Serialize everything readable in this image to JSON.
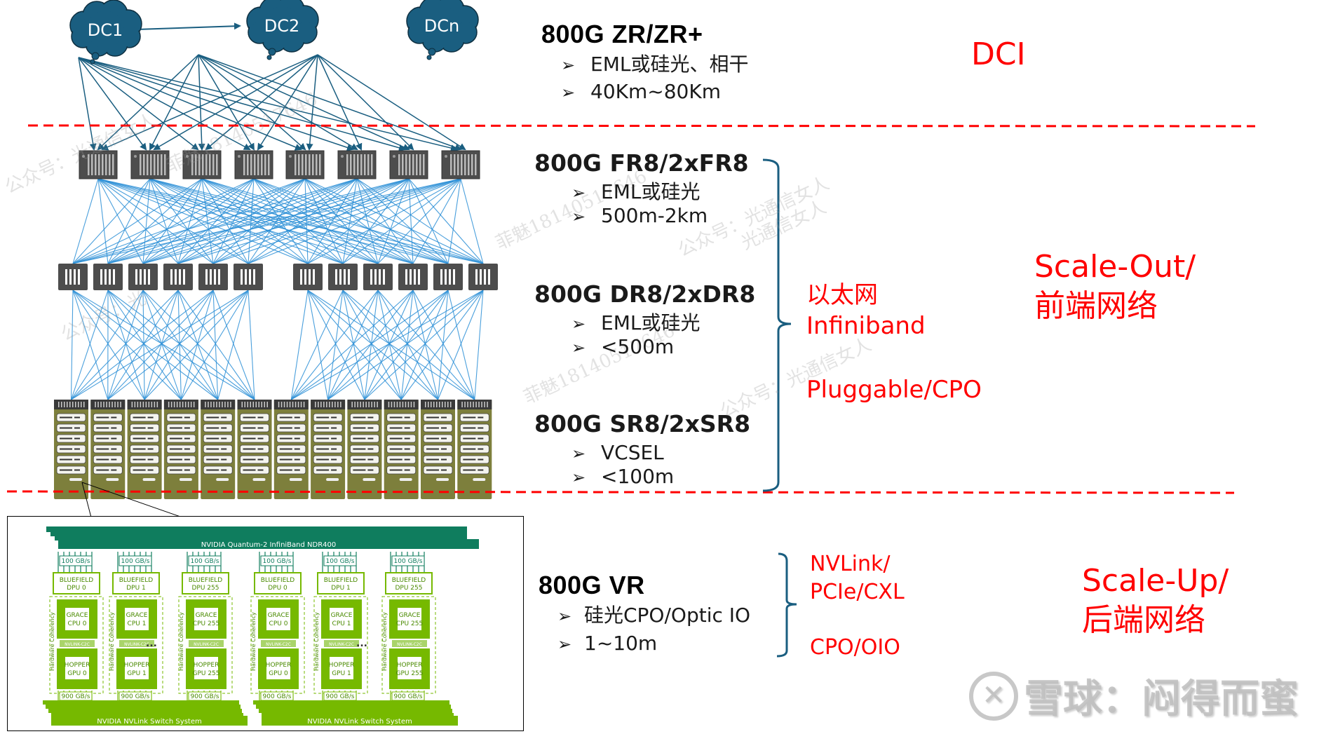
{
  "clouds": [
    {
      "label": "DC1"
    },
    {
      "label": "DC2"
    },
    {
      "label": "DCn"
    }
  ],
  "dci": {
    "title": "800G ZR/ZR+",
    "bullets": [
      "EML或硅光、相干",
      "40Km~80Km"
    ],
    "tag": "DCI"
  },
  "scale_out": {
    "tiers": [
      {
        "title": "800G FR8/2xFR8",
        "bullets": [
          "EML或硅光",
          "500m-2km"
        ]
      },
      {
        "title": "800G DR8/2xDR8",
        "bullets": [
          "EML或硅光",
          "<500m"
        ]
      },
      {
        "title": "800G SR8/2xSR8",
        "bullets": [
          "VCSEL",
          "<100m"
        ]
      }
    ],
    "protocols": [
      "以太网",
      "Infiniband"
    ],
    "form_factor": "Pluggable/CPO",
    "tag_line1": "Scale-Out/",
    "tag_line2": "前端网络"
  },
  "scale_up": {
    "title": "800G VR",
    "bullets": [
      "硅光CPO/Optic IO",
      "1~10m"
    ],
    "protocols_line1": "NVLink/",
    "protocols_line2": "PCIe/CXL",
    "form_factor": "CPO/OIO",
    "tag_line1": "Scale-Up/",
    "tag_line2": "后端网络"
  },
  "nvidia_diagram": {
    "top_bus": "NVIDIA Quantum-2 InfiniBand NDR400",
    "bottom_bus": "NVIDIA NVLink Switch System",
    "ellipsis": "...",
    "side_label": "Hardware Coherency",
    "c2c_label": "NVLINK-C2C",
    "nodes": [
      {
        "dpu": "BLUEFIELD",
        "dpu_id": "DPU 0",
        "cpu": "GRACE",
        "cpu_id": "CPU 0",
        "gpu": "HOPPER",
        "gpu_id": "GPU 0",
        "up_bw": "100 GB/s",
        "down_bw": "900 GB/s"
      },
      {
        "dpu": "BLUEFIELD",
        "dpu_id": "DPU 1",
        "cpu": "GRACE",
        "cpu_id": "CPU 1",
        "gpu": "HOPPER",
        "gpu_id": "GPU 1",
        "up_bw": "100 GB/s",
        "down_bw": "900 GB/s"
      },
      {
        "dpu": "BLUEFIELD",
        "dpu_id": "DPU 255",
        "cpu": "GRACE",
        "cpu_id": "CPU 255",
        "gpu": "HOPPER",
        "gpu_id": "GPU 255",
        "up_bw": "100 GB/s",
        "down_bw": "900 GB/s"
      },
      {
        "dpu": "BLUEFIELD",
        "dpu_id": "DPU 0",
        "cpu": "GRACE",
        "cpu_id": "CPU 0",
        "gpu": "HOPPER",
        "gpu_id": "GPU 0",
        "up_bw": "100 GB/s",
        "down_bw": "900 GB/s"
      },
      {
        "dpu": "BLUEFIELD",
        "dpu_id": "DPU 1",
        "cpu": "GRACE",
        "cpu_id": "CPU 1",
        "gpu": "HOPPER",
        "gpu_id": "GPU 1",
        "up_bw": "100 GB/s",
        "down_bw": "900 GB/s"
      },
      {
        "dpu": "BLUEFIELD",
        "dpu_id": "DPU 255",
        "cpu": "GRACE",
        "cpu_id": "CPU 255",
        "gpu": "HOPPER",
        "gpu_id": "GPU 255",
        "up_bw": "100 GB/s",
        "down_bw": "900 GB/s"
      }
    ]
  },
  "watermarks": [
    "公众号：光通信女人",
    "菲魅18140517646",
    "公众号：光通信女人",
    "菲魅18140517646",
    "光通信女人",
    "公众号：光",
    "菲魅18140517646",
    "公众号：光通信女人"
  ],
  "brand_watermark": "雪球：闷得而蜜",
  "colors": {
    "cloud": "#1a5e80",
    "arrow": "#1a5e80",
    "mesh": "#2b8fd6",
    "switch": "#4d4d4d",
    "rack": "#7d7f3c",
    "divider": "#ff0000",
    "accent_red": "#ff0000",
    "nvidia_green": "#76b900",
    "nvidia_teal": "#0f7d5e"
  }
}
